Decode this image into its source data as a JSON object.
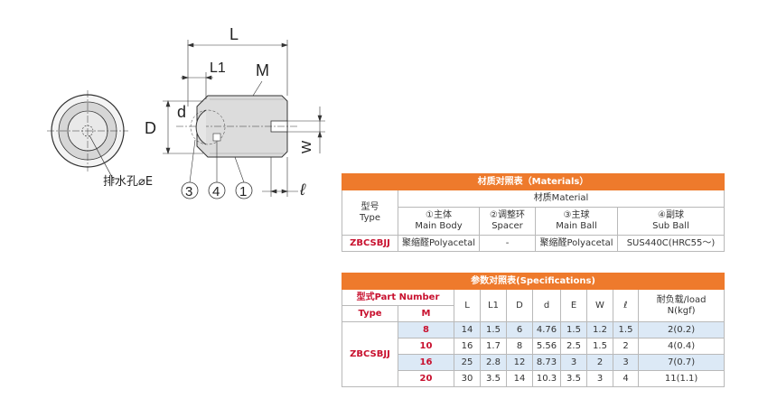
{
  "drawing": {
    "dims": {
      "L": "L",
      "L1": "L1",
      "M": "M",
      "d": "d",
      "D": "D",
      "W": "W",
      "l": "ℓ"
    },
    "callouts": [
      "3",
      "4",
      "1"
    ],
    "drain_label": "排水孔⌀E"
  },
  "materials": {
    "title": "材质对照表（Materials）",
    "type_label": "型号",
    "type_label_en": "Type",
    "material_label": "材质Material",
    "columns": [
      {
        "cn": "①主体",
        "en": "Main Body"
      },
      {
        "cn": "②调整环",
        "en": "Spacer"
      },
      {
        "cn": "③主球",
        "en": "Main Ball"
      },
      {
        "cn": "④副球",
        "en": "Sub Ball"
      }
    ],
    "row": {
      "type": "ZBCSBJJ",
      "values": [
        "聚缩醛Polyacetal",
        "-",
        "聚缩醛Polyacetal",
        "SUS440C(HRC55～)"
      ]
    }
  },
  "specs": {
    "title": "参数对照表(Specifications)",
    "part_number_label": "型式Part Number",
    "type_label": "Type",
    "m_label": "M",
    "headers": [
      "L",
      "L1",
      "D",
      "d",
      "E",
      "W",
      "ℓ"
    ],
    "load_label": "耐负载/load",
    "load_unit": "N(kgf)",
    "type_value": "ZBCSBJJ",
    "rows": [
      {
        "M": "8",
        "L": "14",
        "L1": "1.5",
        "D": "6",
        "d": "4.76",
        "E": "1.5",
        "W": "1.2",
        "l": "1.5",
        "load": "2(0.2)"
      },
      {
        "M": "10",
        "L": "16",
        "L1": "1.7",
        "D": "8",
        "d": "5.56",
        "E": "2.5",
        "W": "1.5",
        "l": "2",
        "load": "4(0.4)"
      },
      {
        "M": "16",
        "L": "25",
        "L1": "2.8",
        "D": "12",
        "d": "8.73",
        "E": "3",
        "W": "2",
        "l": "3",
        "load": "7(0.7)"
      },
      {
        "M": "20",
        "L": "30",
        "L1": "3.5",
        "D": "14",
        "d": "10.3",
        "E": "3.5",
        "W": "3",
        "l": "4",
        "load": "11(1.1)"
      }
    ]
  },
  "colors": {
    "header_orange": "#ee7a2c",
    "accent_red": "#c8102e",
    "row_blue": "#dce9f6"
  }
}
